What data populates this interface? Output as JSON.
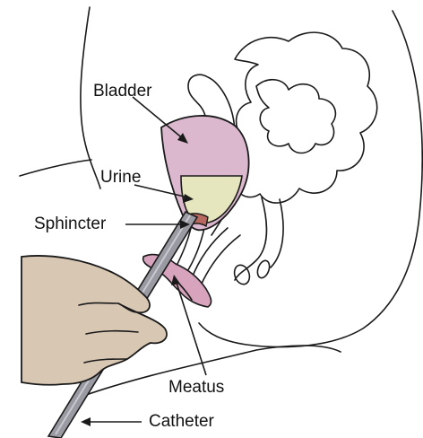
{
  "labels": {
    "bladder": "Bladder",
    "urine": "Urine",
    "sphincter": "Sphincter",
    "meatus": "Meatus",
    "catheter": "Catheter"
  },
  "icons": {
    "pointer": "arrow-icon",
    "anatomy": "pelvis-cross-section-icon"
  },
  "colors": {
    "bladder_fill": "#dcb8cf",
    "urine_fill": "#e6e6be",
    "sphincter_fill": "#b8695f",
    "meatus_fill": "#d7a3bd",
    "skin_fill": "#d8c7b3",
    "catheter_fill": "#9a9aa3",
    "outline": "#1a1a1a"
  }
}
